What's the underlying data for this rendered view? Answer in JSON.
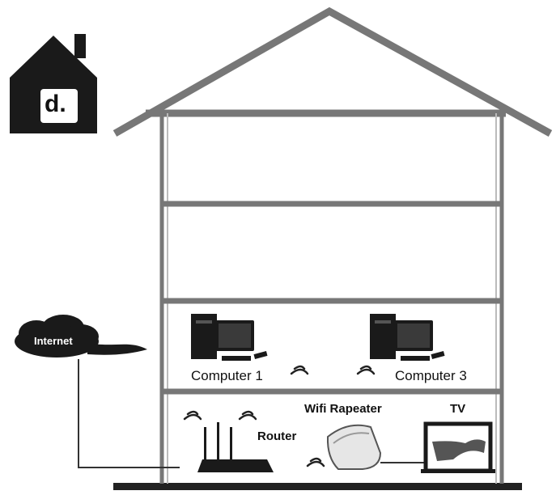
{
  "badge": {
    "letter": "d."
  },
  "cloud": {
    "label": "Internet"
  },
  "devices": {
    "computer1": "Computer 1",
    "computer3": "Computer 3",
    "repeater": "Wifi Rapeater",
    "tv": "TV",
    "router": "Router"
  },
  "colors": {
    "outline": "#777777",
    "dark": "#1a1a1a",
    "ground": "#222222"
  }
}
